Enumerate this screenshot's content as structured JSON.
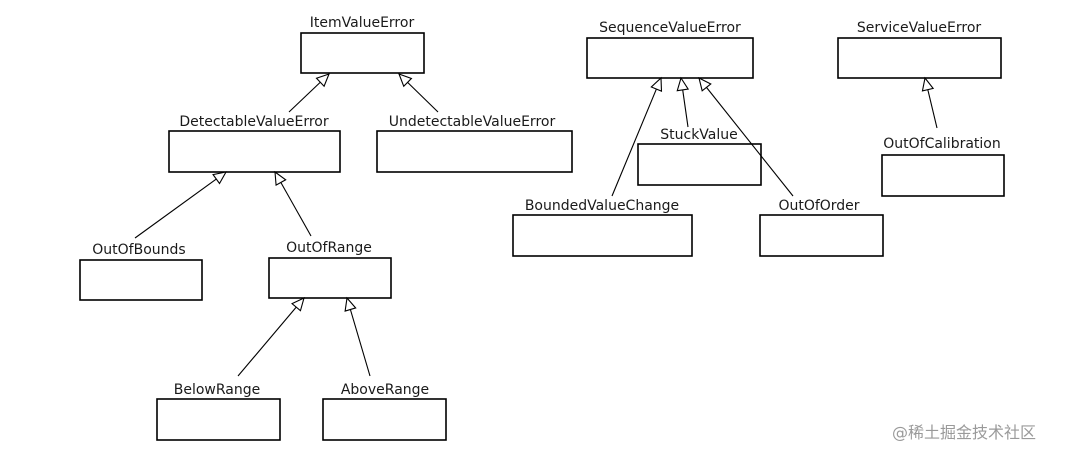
{
  "classes": {
    "item_value_error": "ItemValueError",
    "detectable_value_error": "DetectableValueError",
    "undetectable_value_error": "UndetectableValueError",
    "out_of_bounds": "OutOfBounds",
    "out_of_range": "OutOfRange",
    "below_range": "BelowRange",
    "above_range": "AboveRange",
    "sequence_value_error": "SequenceValueError",
    "stuck_value": "StuckValue",
    "bounded_value_change": "BoundedValueChange",
    "out_of_order": "OutOfOrder",
    "service_value_error": "ServiceValueError",
    "out_of_calibration": "OutOfCalibration"
  },
  "watermark": "@稀土掘金技术社区"
}
